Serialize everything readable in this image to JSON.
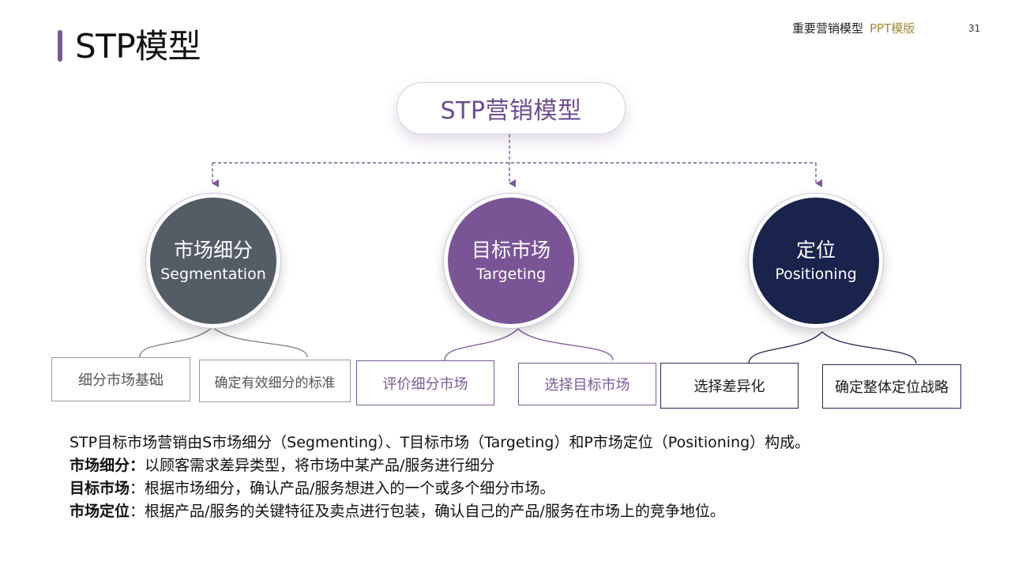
{
  "header": {
    "title": "STP模型",
    "breadcrumb_main": "重要营销模型",
    "breadcrumb_accent": "PPT模版",
    "page_number": "31"
  },
  "diagram": {
    "root_label": "STP营销模型",
    "nodes": [
      {
        "cn": "市场细分",
        "en": "Segmentation",
        "color": "#545c66",
        "children": [
          "细分市场基础",
          "确定有效细分的标准"
        ]
      },
      {
        "cn": "目标市场",
        "en": "Targeting",
        "color": "#7a5596",
        "children": [
          "评价细分市场",
          "选择目标市场"
        ]
      },
      {
        "cn": "定位",
        "en": "Positioning",
        "color": "#19234b",
        "children": [
          "选择差异化",
          "确定整体定位战略"
        ]
      }
    ]
  },
  "description": {
    "intro": "STP目标市场营销由S市场细分（Segmenting）、T目标市场（Targeting）和P市场定位（Positioning）构成。",
    "items": [
      {
        "term": "市场细分",
        "sep": "：",
        "text": "以顾客需求差异类型，将市场中某产品/服务进行细分"
      },
      {
        "term": "目标市场",
        "sep": "：",
        "text": "根据市场细分，确认产品/服务想进入的一个或多个细分市场。"
      },
      {
        "term": "市场定位",
        "sep": "：",
        "text": "根据产品/服务的关键特征及卖点进行包装，确认自己的产品/服务在市场上的竞争地位。"
      }
    ]
  },
  "colors": {
    "accent_purple": "#7a5a96",
    "segment_gray": "#545c66",
    "target_purple": "#7a5596",
    "position_navy": "#19234b"
  }
}
